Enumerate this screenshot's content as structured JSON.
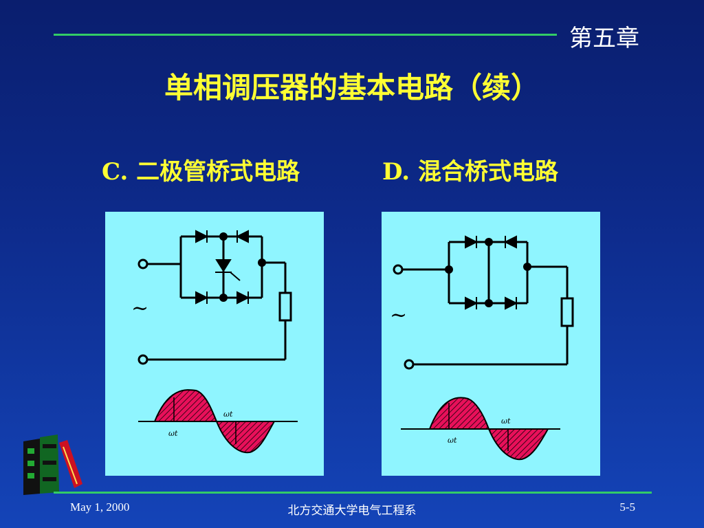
{
  "header": {
    "chapter": "第五章",
    "title": "单相调压器的基本电路（续）"
  },
  "sections": {
    "c_label": "C. 二极管桥式电路",
    "d_label": "D. 混合桥式电路"
  },
  "diagram_labels": {
    "tilde": "~",
    "time_axis": "ωt"
  },
  "footer": {
    "date": "May 1, 2000",
    "org": "北方交通大学电气工程系",
    "page": "5-5"
  },
  "colors": {
    "background": "#0d2a8a",
    "title": "#ffff33",
    "rule": "#33cc66",
    "panel": "#8ff5ff",
    "hatch": "#e8105a"
  }
}
